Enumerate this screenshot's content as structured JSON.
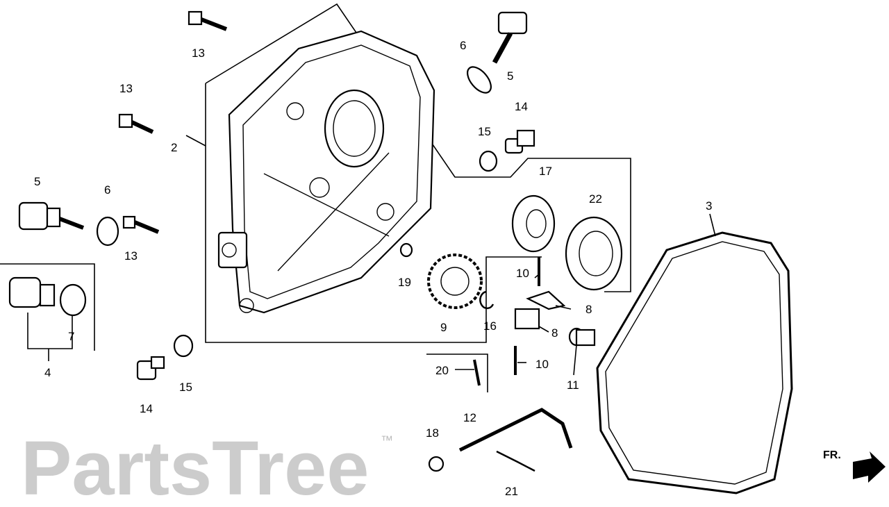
{
  "diagram": {
    "watermark": "PartsTree",
    "watermark_mark": "™",
    "direction_label": "FR.",
    "callouts": {
      "c13a": "13",
      "c13b": "13",
      "c13c": "13",
      "c2": "2",
      "c5a": "5",
      "c5b": "5",
      "c6a": "6",
      "c6b": "6",
      "c4": "4",
      "c7": "7",
      "c14a": "14",
      "c14b": "14",
      "c15a": "15",
      "c15b": "15",
      "c17": "17",
      "c22": "22",
      "c3": "3",
      "c10a": "10",
      "c10b": "10",
      "c8a": "8",
      "c8b": "8",
      "c19": "19",
      "c9": "9",
      "c16": "16",
      "c20": "20",
      "c11": "11",
      "c12": "12",
      "c18": "18",
      "c21": "21"
    }
  }
}
